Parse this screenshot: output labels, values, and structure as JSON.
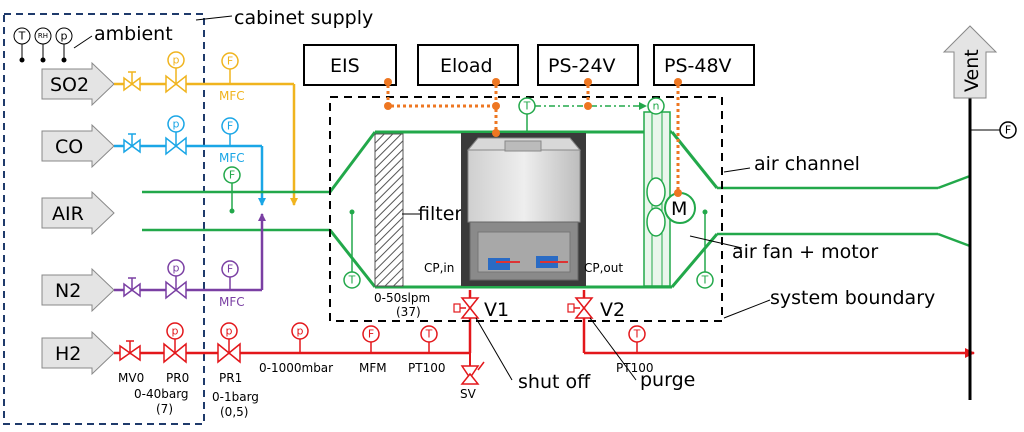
{
  "labels": {
    "cabinet_supply": "cabinet supply",
    "ambient": "ambient",
    "air_channel": "air channel",
    "air_fan_motor": "air fan + motor",
    "system_boundary": "system boundary",
    "shut_off": "shut off",
    "purge": "purge",
    "filter": "filter",
    "vent": "Vent",
    "cp_in": "CP,in",
    "cp_out": "CP,out",
    "flow_range": "0-50slpm",
    "flow_range_sub": "(37)",
    "v1": "V1",
    "v2": "V2",
    "sv": "SV",
    "motor": "M"
  },
  "gases": [
    "SO2",
    "CO",
    "AIR",
    "N2",
    "H2"
  ],
  "instruments": [
    "EIS",
    "Eload",
    "PS-24V",
    "PS-48V"
  ],
  "ambient_sensors": [
    "T",
    "RH",
    "p"
  ],
  "sensor_letters": {
    "temperature": "T",
    "pressure": "p",
    "flow": "F",
    "speed": "n"
  },
  "mfc_label": "MFC",
  "h2_line": {
    "mv0": "MV0",
    "pr0": "PR0",
    "pr0_range": "0-40barg",
    "pr0_set": "(7)",
    "pr1": "PR1",
    "pr1_range": "0-1barg",
    "pr1_set": "(0,5)",
    "pressure_range": "0-1000mbar",
    "mfm": "MFM",
    "pt100": "PT100",
    "pt100_purge": "PT100"
  },
  "colors": {
    "so2": "#f0b41e",
    "co": "#1aa6e6",
    "air": "#22a84a",
    "n2": "#7a3fa3",
    "h2": "#e3171b",
    "signal": "#ee7722",
    "cabinet_border": "#1f3a6b",
    "stack": "#9b9b9b"
  }
}
